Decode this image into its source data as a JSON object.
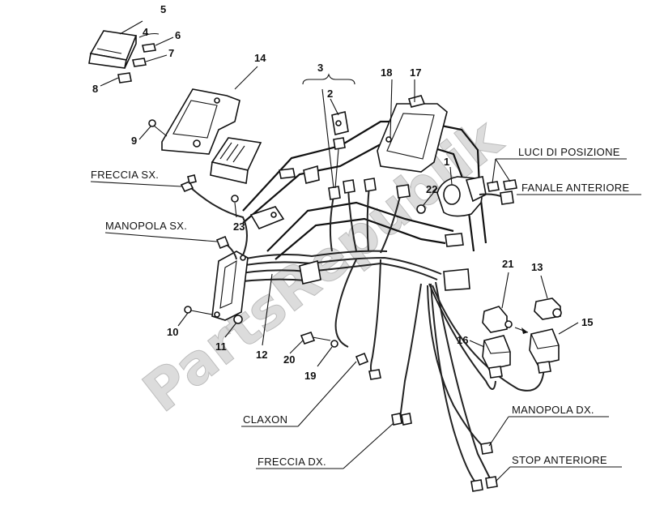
{
  "watermark": "PartsRepublik",
  "callouts": {
    "n1": "1",
    "n2": "2",
    "n3": "3",
    "n4": "4",
    "n5": "5",
    "n6": "6",
    "n7": "7",
    "n8": "8",
    "n9": "9",
    "n10": "10",
    "n11": "11",
    "n12": "12",
    "n13": "13",
    "n14": "14",
    "n15": "15",
    "n16": "16",
    "n17": "17",
    "n18": "18",
    "n19": "19",
    "n20": "20",
    "n21": "21",
    "n22": "22",
    "n23": "23"
  },
  "labels": {
    "freccia_sx": "FRECCIA SX.",
    "manopola_sx": "MANOPOLA SX.",
    "luci_posizione": "LUCI DI POSIZIONE",
    "fanale_anteriore": "FANALE ANTERIORE",
    "claxon": "CLAXON",
    "freccia_dx": "FRECCIA DX.",
    "manopola_dx": "MANOPOLA DX.",
    "stop_anteriore": "STOP ANTERIORE"
  }
}
